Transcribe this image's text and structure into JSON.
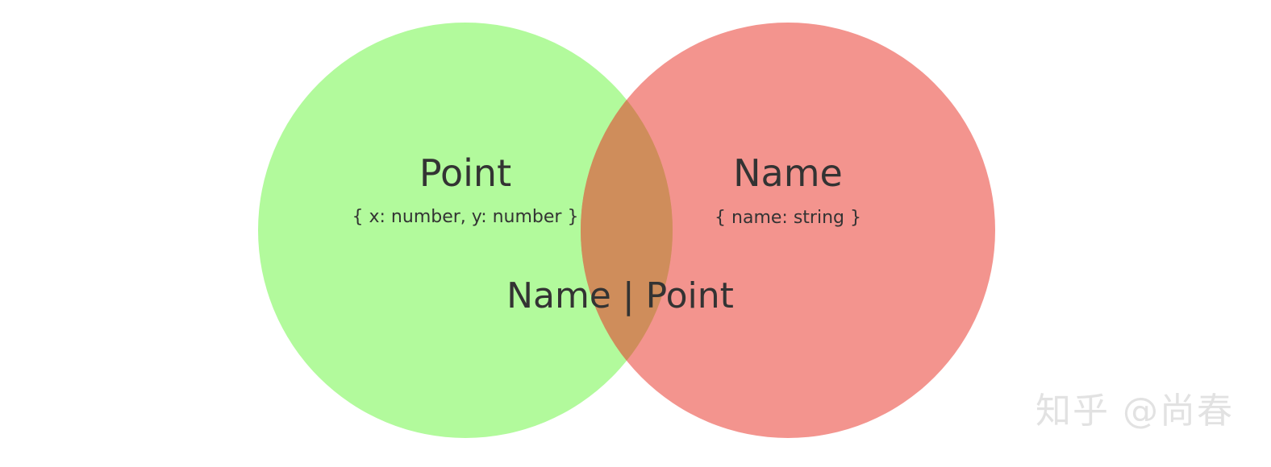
{
  "diagram": {
    "sets": [
      {
        "id": "point",
        "title": "Point",
        "subtitle": "{ x: number, y: number }",
        "color": "#b2fa9c"
      },
      {
        "id": "name",
        "title": "Name",
        "subtitle": "{ name: string }",
        "color": "#ee6b62"
      }
    ],
    "intersection_color": "#cf8d5b",
    "union_label": "Name | Point"
  },
  "watermark": "知乎 @尚春"
}
